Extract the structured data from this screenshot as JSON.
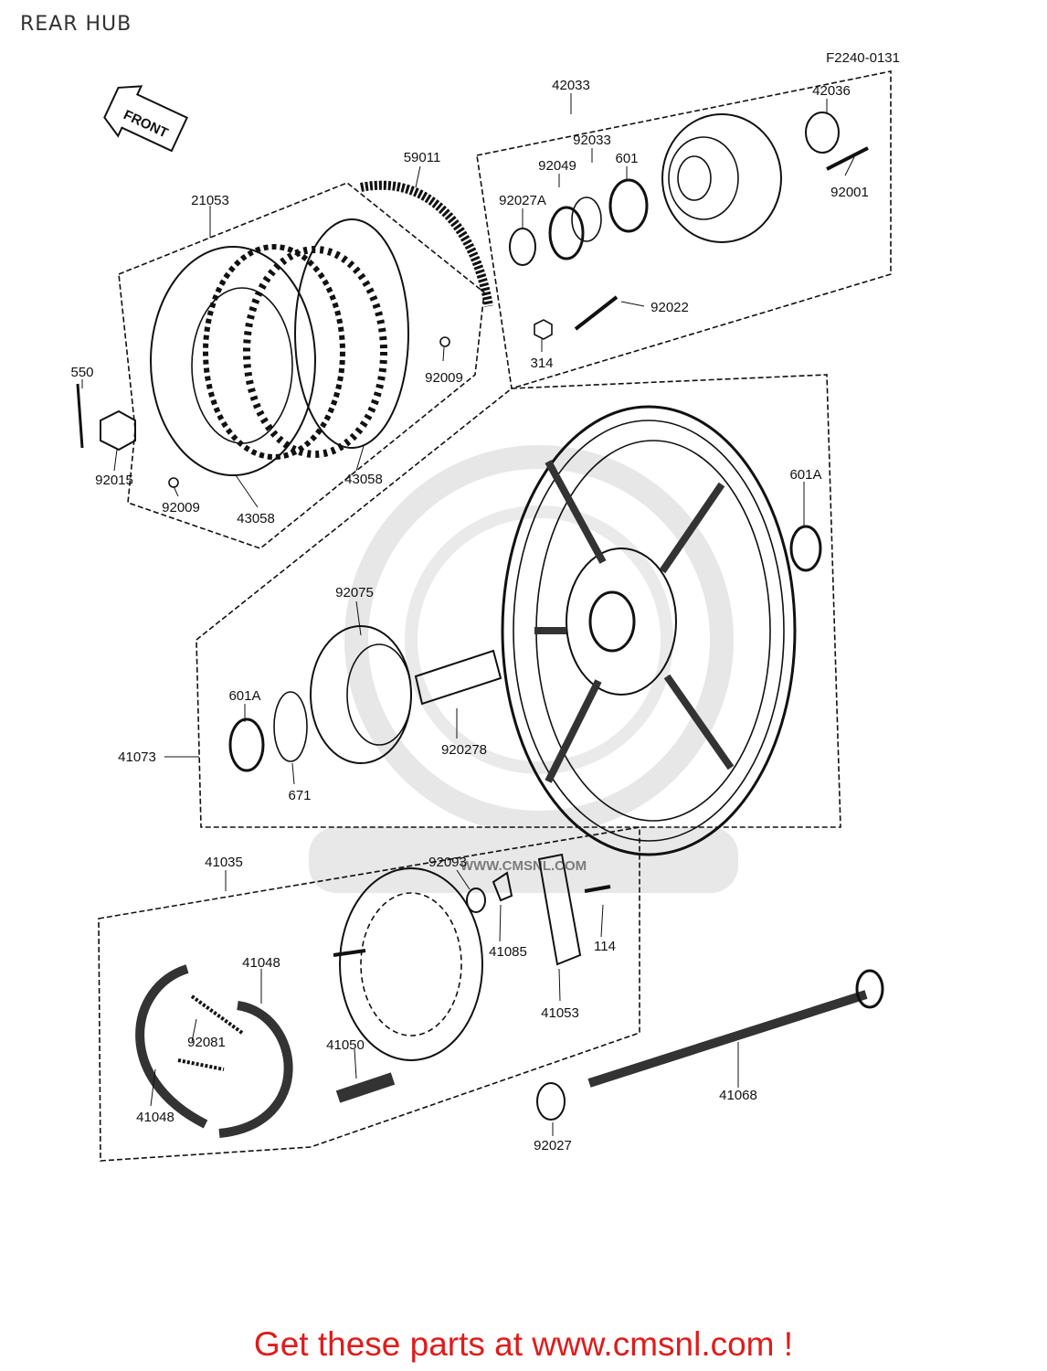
{
  "page": {
    "title": "REAR HUB",
    "footer": "Get these parts at www.cmsnl.com !"
  },
  "diagram": {
    "figure_code": "F2240-0131",
    "front_label": "FRONT",
    "watermark": {
      "text": "WWW.CMSNL.COM",
      "color": "#cfcfcf"
    },
    "part_labels": {
      "p42033": "42033",
      "p42036": "42036",
      "p92033": "92033",
      "p601": "601",
      "p92049": "92049",
      "p92027A": "92027A",
      "p92001": "92001",
      "p92022": "92022",
      "p314": "314",
      "p59011": "59011",
      "p21053": "21053",
      "p550": "550",
      "p92009a": "92009",
      "p92015": "92015",
      "p92009b": "92009",
      "p43058a": "43058",
      "p43058b": "43058",
      "p601Ab": "601A",
      "p92075": "92075",
      "p601Aa": "601A",
      "p41073": "41073",
      "p920278": "920278",
      "p671": "671",
      "p41035": "41035",
      "p92093": "92093",
      "p41085": "41085",
      "p114": "114",
      "p41048a": "41048",
      "p92081": "92081",
      "p41048b": "41048",
      "p41050": "41050",
      "p41053": "41053",
      "p41068": "41068",
      "p92027": "92027"
    }
  }
}
